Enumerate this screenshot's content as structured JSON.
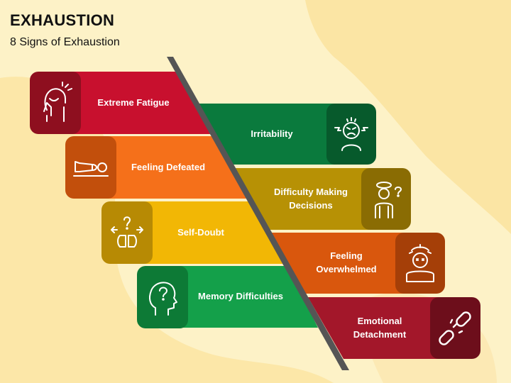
{
  "title": "EXHAUSTION",
  "subtitle": "8 Signs of Exhaustion",
  "left_items": [
    {
      "label": "Extreme Fatigue",
      "color": "#c8102e",
      "icon_color": "#8e0f1f",
      "icon": "head-in-hand-icon"
    },
    {
      "label": "Feeling Defeated",
      "color": "#f5701a",
      "icon_color": "#c24f0c",
      "icon": "fallen-chess-piece-icon"
    },
    {
      "label": "Self-Doubt",
      "color": "#f2b705",
      "icon_color": "#b78a04",
      "icon": "question-lungs-icon"
    },
    {
      "label": "Memory Difficulties",
      "color": "#14a04a",
      "icon_color": "#0d7a36",
      "icon": "brain-question-head-icon"
    }
  ],
  "right_items": [
    {
      "label": "Irritability",
      "color": "#0a7a3d",
      "icon_color": "#075a2c",
      "icon": "angry-face-icon"
    },
    {
      "label": "Difficulty Making Decisions",
      "color": "#b79105",
      "icon_color": "#8a6c03",
      "icon": "confused-person-icon"
    },
    {
      "label": "Feeling Overwhelmed",
      "color": "#d9570d",
      "icon_color": "#a53f08",
      "icon": "dizzy-head-icon"
    },
    {
      "label": "Emotional Detachment",
      "color": "#a3172a",
      "icon_color": "#6d0e1b",
      "icon": "broken-chain-icon"
    }
  ]
}
